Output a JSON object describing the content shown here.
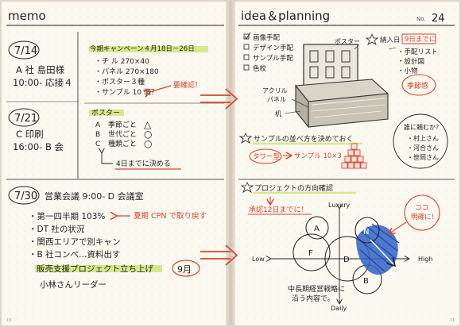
{
  "colors": {
    "ink": "#1f1f1f",
    "accent": "#d8452c",
    "highlight": "#d6e88a",
    "blue": "#2f63c7",
    "paper": "#fbf8f0",
    "line": "#c9c2b3"
  },
  "header": {
    "left_title": "memo",
    "right_title": "idea＆planning",
    "no_label": "No.",
    "no_value": "24"
  },
  "left": {
    "entries": [
      {
        "date": "7/14",
        "lines": [
          "A 社 島田様",
          "10:00- 応接４"
        ]
      },
      {
        "date": "7/21",
        "lines": [
          "C 印刷",
          "16:00- B 会"
        ]
      }
    ],
    "campaign": {
      "title": "今期キャンペーン４月18日－26日",
      "items": [
        "・チ ル 270×40",
        "・パネル 270×180",
        "・ポスター３種",
        "・サンプル 10 個？"
      ],
      "confirm": "要確認！"
    },
    "poster_box": {
      "title": "ポスター",
      "rows": [
        {
          "key": "A",
          "label": "季節ごと",
          "mark": "△"
        },
        {
          "key": "B",
          "label": "世代ごと",
          "mark": "○"
        },
        {
          "key": "C",
          "label": "種類ごと",
          "mark": "○"
        }
      ],
      "deadline": "4日までに決める"
    },
    "meeting": {
      "date": "7/30",
      "title": "営業会議 9:00- D 会議室",
      "items": [
        "・第一四半期 103%",
        "・DT 社の状況",
        "・関西エリアで別キャン",
        "・B 社コンペ…資料出す"
      ],
      "summer_note": "夏期 CPN で取り戻す",
      "project": "販売支援プロジェクト立ち上げ",
      "month": "9月",
      "leader": "小林さんリーダー"
    },
    "page_num": "10"
  },
  "right": {
    "checklist": [
      "画像手配",
      "デザイン手配",
      "サンプル手配",
      "色校"
    ],
    "sketch_labels": {
      "poster": "ポスター",
      "acrylic": "アクリル\nパネル",
      "desk": "机"
    },
    "delivery": {
      "label": "納入日",
      "date": "9日までに",
      "items": [
        "・手配リスト",
        "・設計図",
        "・小物"
      ],
      "season": "季節感"
    },
    "sample_heading": "サンプルの並べ方を決めておく",
    "tower": {
      "label": "タワー型",
      "count": "サンプル 10×3"
    },
    "who": {
      "title": "誰に頼むか？",
      "names": [
        "・村上さん",
        "・河合さん",
        "・笹岡さん"
      ]
    },
    "direction_heading": "プロジェクトの方向確認",
    "approval": "承認12日までに！",
    "axes": {
      "top": "Luxury",
      "bottom": "Daily",
      "left": "Low",
      "right": "High"
    },
    "circles": {
      "a": "A",
      "f": "F",
      "d": "D",
      "b": "B",
      "n": "N"
    },
    "clear_note": "ココ\n明確に！",
    "bottom_note": "中長期経営戦略に\n沿う内容で。",
    "page_num": "11"
  }
}
